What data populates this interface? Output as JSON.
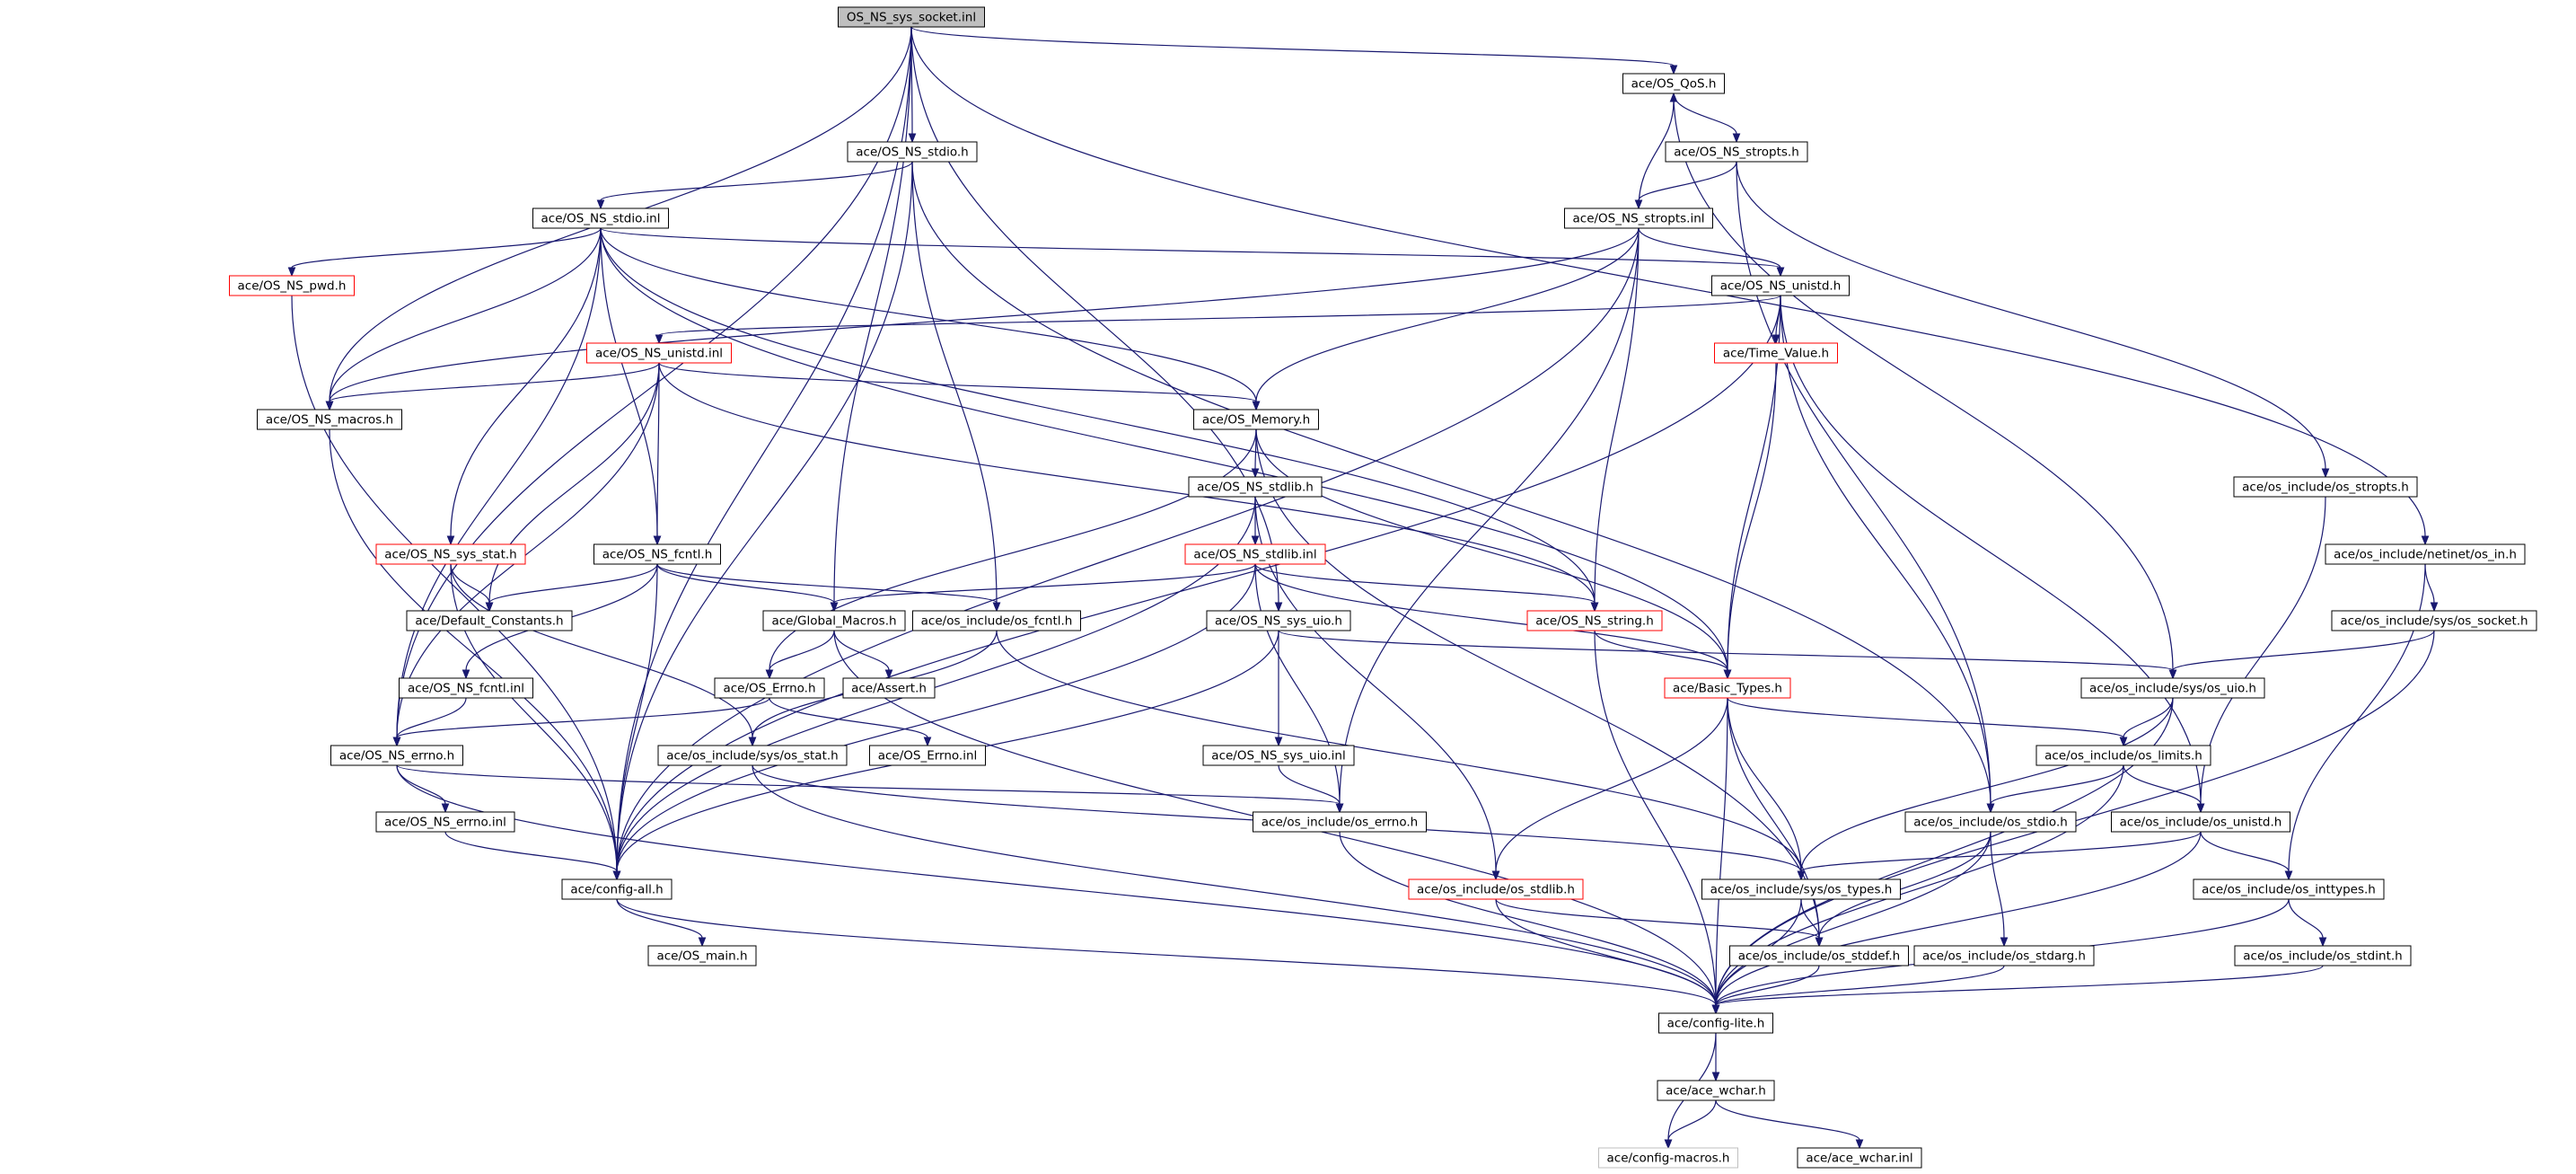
{
  "nodes": [
    {
      "id": "root",
      "label": "OS_NS_sys_socket.inl",
      "style": "root"
    },
    {
      "id": "qos",
      "label": "ace/OS_QoS.h",
      "style": "normal"
    },
    {
      "id": "stdio_h",
      "label": "ace/OS_NS_stdio.h",
      "style": "normal"
    },
    {
      "id": "stropts_h",
      "label": "ace/OS_NS_stropts.h",
      "style": "normal"
    },
    {
      "id": "stdio_inl",
      "label": "ace/OS_NS_stdio.inl",
      "style": "normal"
    },
    {
      "id": "stropts_inl",
      "label": "ace/OS_NS_stropts.inl",
      "style": "normal"
    },
    {
      "id": "pwd",
      "label": "ace/OS_NS_pwd.h",
      "style": "red"
    },
    {
      "id": "unistd_h",
      "label": "ace/OS_NS_unistd.h",
      "style": "normal"
    },
    {
      "id": "unistd_inl",
      "label": "ace/OS_NS_unistd.inl",
      "style": "red"
    },
    {
      "id": "timeval",
      "label": "ace/Time_Value.h",
      "style": "red"
    },
    {
      "id": "macros",
      "label": "ace/OS_NS_macros.h",
      "style": "normal"
    },
    {
      "id": "memory",
      "label": "ace/OS_Memory.h",
      "style": "normal"
    },
    {
      "id": "stdlib_h",
      "label": "ace/OS_NS_stdlib.h",
      "style": "normal"
    },
    {
      "id": "os_stropts",
      "label": "ace/os_include/os_stropts.h",
      "style": "normal"
    },
    {
      "id": "sys_stat",
      "label": "ace/OS_NS_sys_stat.h",
      "style": "red"
    },
    {
      "id": "fcntl_h",
      "label": "ace/OS_NS_fcntl.h",
      "style": "normal"
    },
    {
      "id": "stdlib_inl",
      "label": "ace/OS_NS_stdlib.inl",
      "style": "red"
    },
    {
      "id": "netinet",
      "label": "ace/os_include/netinet/os_in.h",
      "style": "normal"
    },
    {
      "id": "defconst",
      "label": "ace/Default_Constants.h",
      "style": "normal"
    },
    {
      "id": "glob",
      "label": "ace/Global_Macros.h",
      "style": "normal"
    },
    {
      "id": "os_fcntl",
      "label": "ace/os_include/os_fcntl.h",
      "style": "normal"
    },
    {
      "id": "sys_uio_h",
      "label": "ace/OS_NS_sys_uio.h",
      "style": "normal"
    },
    {
      "id": "string_h",
      "label": "ace/OS_NS_string.h",
      "style": "red"
    },
    {
      "id": "os_socket",
      "label": "ace/os_include/sys/os_socket.h",
      "style": "normal"
    },
    {
      "id": "fcntl_inl",
      "label": "ace/OS_NS_fcntl.inl",
      "style": "normal"
    },
    {
      "id": "errno_h",
      "label": "ace/OS_Errno.h",
      "style": "normal"
    },
    {
      "id": "assert",
      "label": "ace/Assert.h",
      "style": "normal"
    },
    {
      "id": "basic",
      "label": "ace/Basic_Types.h",
      "style": "red"
    },
    {
      "id": "os_uio",
      "label": "ace/os_include/sys/os_uio.h",
      "style": "normal"
    },
    {
      "id": "ns_errno",
      "label": "ace/OS_NS_errno.h",
      "style": "normal"
    },
    {
      "id": "os_stat",
      "label": "ace/os_include/sys/os_stat.h",
      "style": "normal"
    },
    {
      "id": "errno_inl",
      "label": "ace/OS_Errno.inl",
      "style": "normal"
    },
    {
      "id": "sys_uio_inl",
      "label": "ace/OS_NS_sys_uio.inl",
      "style": "normal"
    },
    {
      "id": "os_limits",
      "label": "ace/os_include/os_limits.h",
      "style": "normal"
    },
    {
      "id": "ns_errno_inl",
      "label": "ace/OS_NS_errno.inl",
      "style": "normal"
    },
    {
      "id": "os_errno",
      "label": "ace/os_include/os_errno.h",
      "style": "normal"
    },
    {
      "id": "os_stdio",
      "label": "ace/os_include/os_stdio.h",
      "style": "normal"
    },
    {
      "id": "os_unistd",
      "label": "ace/os_include/os_unistd.h",
      "style": "normal"
    },
    {
      "id": "config_all",
      "label": "ace/config-all.h",
      "style": "normal"
    },
    {
      "id": "os_stdlib",
      "label": "ace/os_include/os_stdlib.h",
      "style": "red"
    },
    {
      "id": "os_types",
      "label": "ace/os_include/sys/os_types.h",
      "style": "normal"
    },
    {
      "id": "inttypes",
      "label": "ace/os_include/os_inttypes.h",
      "style": "normal"
    },
    {
      "id": "os_main",
      "label": "ace/OS_main.h",
      "style": "normal"
    },
    {
      "id": "stddef",
      "label": "ace/os_include/os_stddef.h",
      "style": "normal"
    },
    {
      "id": "stdarg",
      "label": "ace/os_include/os_stdarg.h",
      "style": "normal"
    },
    {
      "id": "stdint",
      "label": "ace/os_include/os_stdint.h",
      "style": "normal"
    },
    {
      "id": "config_lite",
      "label": "ace/config-lite.h",
      "style": "normal"
    },
    {
      "id": "wchar_h",
      "label": "ace/ace_wchar.h",
      "style": "normal"
    },
    {
      "id": "config_macros",
      "label": "ace/config-macros.h",
      "style": "gray"
    },
    {
      "id": "wchar_inl",
      "label": "ace/ace_wchar.inl",
      "style": "normal"
    }
  ],
  "edges": [
    [
      "root",
      "qos"
    ],
    [
      "root",
      "stdio_h"
    ],
    [
      "root",
      "macros"
    ],
    [
      "root",
      "ns_errno"
    ],
    [
      "root",
      "glob"
    ],
    [
      "root",
      "sys_uio_h"
    ],
    [
      "root",
      "netinet"
    ],
    [
      "root",
      "config_all"
    ],
    [
      "qos",
      "stropts_h"
    ],
    [
      "qos",
      "os_uio"
    ],
    [
      "stdio_h",
      "stdio_inl"
    ],
    [
      "stdio_h",
      "os_fcntl"
    ],
    [
      "stdio_h",
      "os_stdio"
    ],
    [
      "stdio_h",
      "config_all"
    ],
    [
      "stropts_h",
      "stropts_inl"
    ],
    [
      "stropts_h",
      "os_stropts"
    ],
    [
      "stropts_h",
      "os_stdio"
    ],
    [
      "stropts_inl",
      "qos"
    ],
    [
      "stropts_inl",
      "unistd_h"
    ],
    [
      "stropts_inl",
      "memory"
    ],
    [
      "stropts_inl",
      "string_h"
    ],
    [
      "stropts_inl",
      "os_errno"
    ],
    [
      "stropts_inl",
      "macros"
    ],
    [
      "stropts_inl",
      "config_all"
    ],
    [
      "stdio_inl",
      "pwd"
    ],
    [
      "stdio_inl",
      "unistd_h"
    ],
    [
      "stdio_inl",
      "macros"
    ],
    [
      "stdio_inl",
      "memory"
    ],
    [
      "stdio_inl",
      "sys_stat"
    ],
    [
      "stdio_inl",
      "fcntl_h"
    ],
    [
      "stdio_inl",
      "string_h"
    ],
    [
      "stdio_inl",
      "ns_errno"
    ],
    [
      "stdio_inl",
      "basic"
    ],
    [
      "pwd",
      "config_all"
    ],
    [
      "unistd_h",
      "unistd_inl"
    ],
    [
      "unistd_h",
      "timeval"
    ],
    [
      "unistd_h",
      "basic"
    ],
    [
      "unistd_h",
      "os_stdio"
    ],
    [
      "unistd_h",
      "os_unistd"
    ],
    [
      "unistd_h",
      "config_all"
    ],
    [
      "unistd_inl",
      "macros"
    ],
    [
      "unistd_inl",
      "memory"
    ],
    [
      "unistd_inl",
      "fcntl_h"
    ],
    [
      "unistd_inl",
      "defconst"
    ],
    [
      "unistd_inl",
      "string_h"
    ],
    [
      "unistd_inl",
      "ns_errno"
    ],
    [
      "timeval",
      "basic"
    ],
    [
      "macros",
      "config_all"
    ],
    [
      "memory",
      "stdlib_h"
    ],
    [
      "memory",
      "basic"
    ],
    [
      "memory",
      "stddef"
    ],
    [
      "memory",
      "errno_h"
    ],
    [
      "stdlib_h",
      "stdlib_inl"
    ],
    [
      "stdlib_h",
      "os_stdlib"
    ],
    [
      "stdlib_h",
      "config_all"
    ],
    [
      "os_stropts",
      "os_unistd"
    ],
    [
      "sys_stat",
      "defconst"
    ],
    [
      "sys_stat",
      "os_stat"
    ],
    [
      "sys_stat",
      "config_all"
    ],
    [
      "fcntl_h",
      "defconst"
    ],
    [
      "fcntl_h",
      "glob"
    ],
    [
      "fcntl_h",
      "os_fcntl"
    ],
    [
      "fcntl_h",
      "fcntl_inl"
    ],
    [
      "fcntl_h",
      "config_all"
    ],
    [
      "stdlib_inl",
      "glob"
    ],
    [
      "stdlib_inl",
      "string_h"
    ],
    [
      "stdlib_inl",
      "basic"
    ],
    [
      "stdlib_inl",
      "os_errno"
    ],
    [
      "stdlib_inl",
      "config_all"
    ],
    [
      "netinet",
      "os_socket"
    ],
    [
      "netinet",
      "inttypes"
    ],
    [
      "glob",
      "errno_h"
    ],
    [
      "glob",
      "assert"
    ],
    [
      "glob",
      "config_lite"
    ],
    [
      "os_fcntl",
      "os_stat"
    ],
    [
      "os_fcntl",
      "os_types"
    ],
    [
      "sys_uio_h",
      "sys_uio_inl"
    ],
    [
      "sys_uio_h",
      "os_uio"
    ],
    [
      "sys_uio_h",
      "config_all"
    ],
    [
      "string_h",
      "basic"
    ],
    [
      "string_h",
      "config_lite"
    ],
    [
      "os_socket",
      "os_uio"
    ],
    [
      "os_socket",
      "config_lite"
    ],
    [
      "fcntl_inl",
      "ns_errno"
    ],
    [
      "errno_h",
      "errno_inl"
    ],
    [
      "errno_h",
      "ns_errno"
    ],
    [
      "basic",
      "os_limits"
    ],
    [
      "basic",
      "os_types"
    ],
    [
      "basic",
      "stddef"
    ],
    [
      "basic",
      "os_stdlib"
    ],
    [
      "basic",
      "config_lite"
    ],
    [
      "os_uio",
      "os_limits"
    ],
    [
      "os_uio",
      "os_types"
    ],
    [
      "os_uio",
      "config_lite"
    ],
    [
      "ns_errno",
      "ns_errno_inl"
    ],
    [
      "ns_errno",
      "os_errno"
    ],
    [
      "ns_errno",
      "config_lite"
    ],
    [
      "os_stat",
      "os_types"
    ],
    [
      "os_stat",
      "config_lite"
    ],
    [
      "sys_uio_inl",
      "os_errno"
    ],
    [
      "os_limits",
      "os_stdio"
    ],
    [
      "os_limits",
      "os_unistd"
    ],
    [
      "os_limits",
      "config_lite"
    ],
    [
      "ns_errno_inl",
      "config_all"
    ],
    [
      "os_errno",
      "config_lite"
    ],
    [
      "os_stdio",
      "stdarg"
    ],
    [
      "os_stdio",
      "stddef"
    ],
    [
      "os_stdio",
      "config_lite"
    ],
    [
      "os_unistd",
      "os_types"
    ],
    [
      "os_unistd",
      "inttypes"
    ],
    [
      "os_unistd",
      "config_lite"
    ],
    [
      "config_all",
      "os_main"
    ],
    [
      "config_all",
      "config_lite"
    ],
    [
      "os_stdlib",
      "stddef"
    ],
    [
      "os_stdlib",
      "config_lite"
    ],
    [
      "os_types",
      "stddef"
    ],
    [
      "os_types",
      "config_lite"
    ],
    [
      "inttypes",
      "stdint"
    ],
    [
      "inttypes",
      "config_lite"
    ],
    [
      "stddef",
      "config_lite"
    ],
    [
      "stdarg",
      "config_lite"
    ],
    [
      "stdint",
      "config_lite"
    ],
    [
      "config_lite",
      "wchar_h"
    ],
    [
      "config_lite",
      "config_macros"
    ],
    [
      "wchar_h",
      "wchar_inl"
    ],
    [
      "wchar_h",
      "config_macros"
    ]
  ]
}
